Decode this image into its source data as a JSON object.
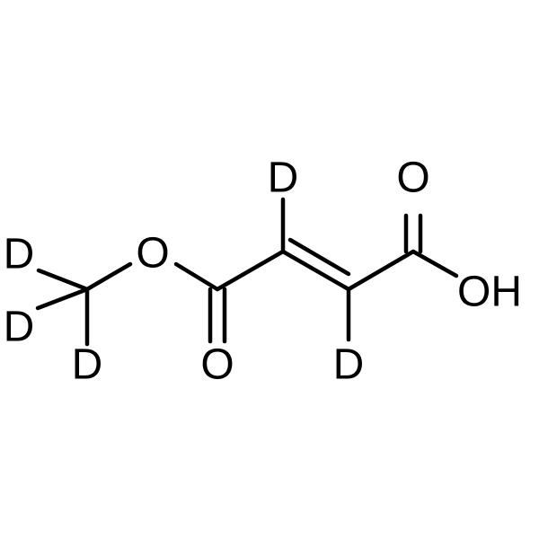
{
  "molecule": {
    "labels": {
      "d_top": "D",
      "o_carbonyl_right": "O",
      "d_methyl_1": "D",
      "o_ester": "O",
      "oh": "OH",
      "d_methyl_2": "D",
      "d_methyl_3": "D",
      "o_carbonyl_left": "O",
      "d_bottom": "D"
    },
    "colors": {
      "bond": "#000000",
      "label": "#000000",
      "background": "#ffffff"
    }
  }
}
